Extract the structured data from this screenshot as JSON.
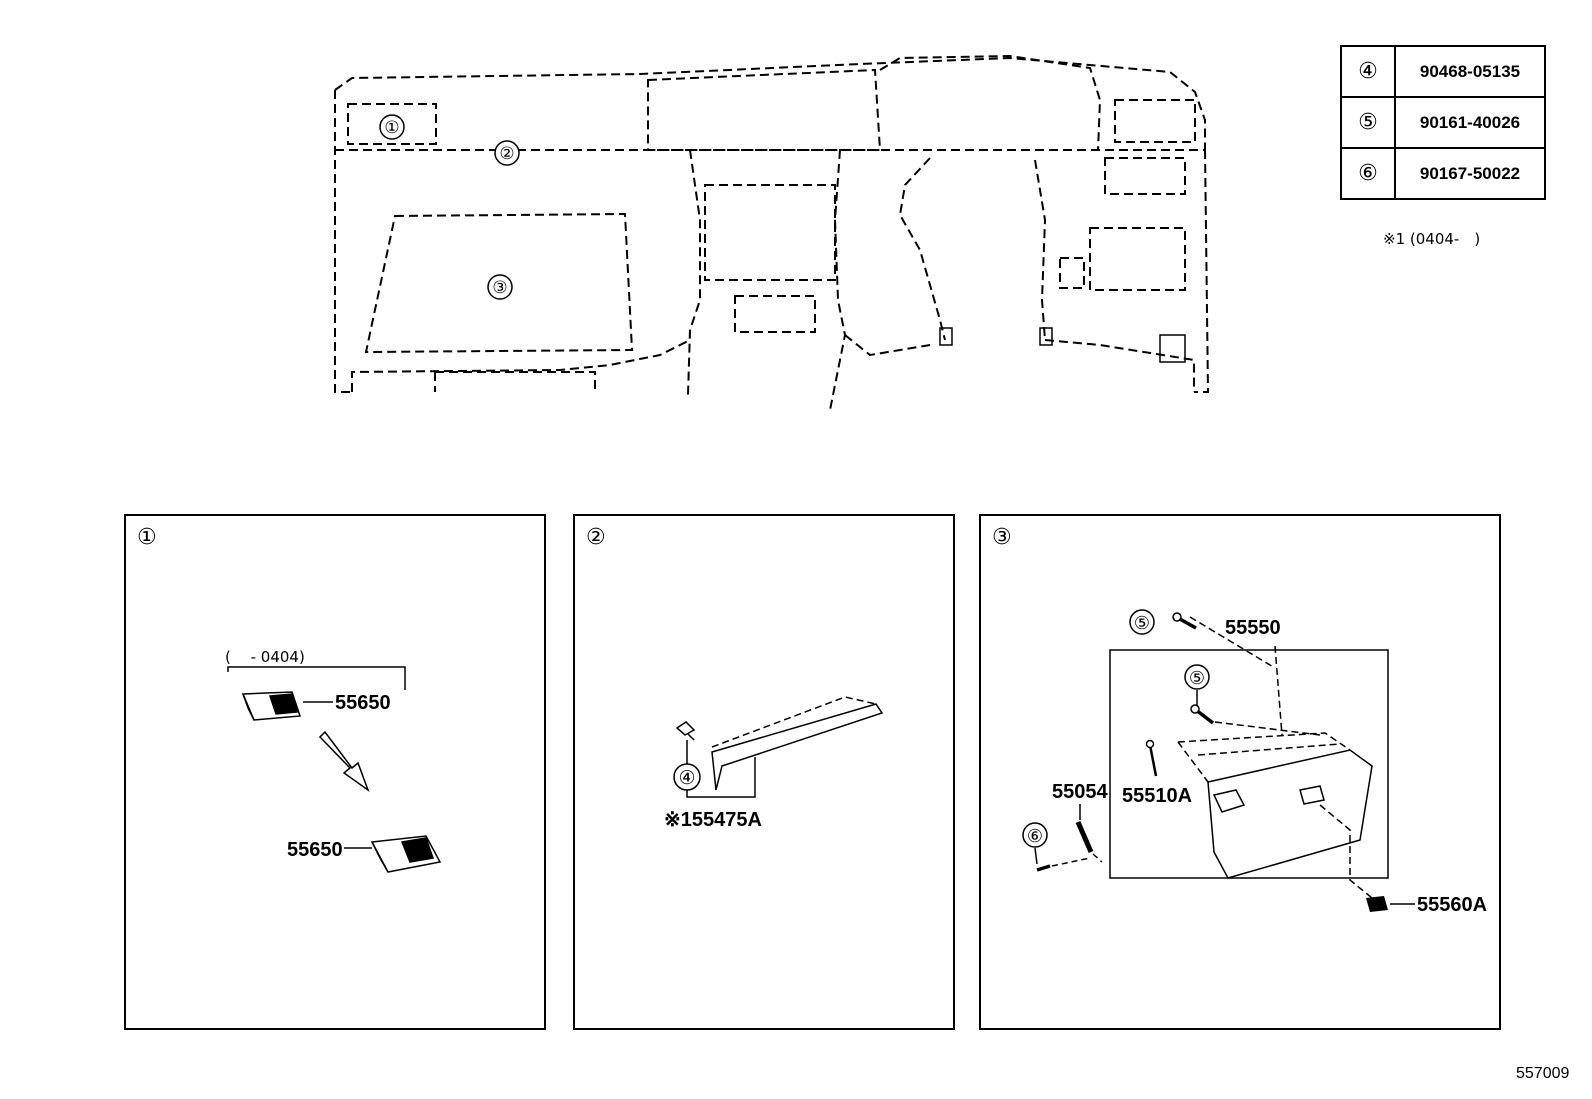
{
  "legend": [
    {
      "mark": "④",
      "part": "90468-05135"
    },
    {
      "mark": "⑤",
      "part": "90161-40026"
    },
    {
      "mark": "⑥",
      "part": "90167-50022"
    }
  ],
  "note": "※1 (0404-　)",
  "figure_id": "557009",
  "overview_callouts": [
    "①",
    "②",
    "③"
  ],
  "panel1": {
    "tag": "①",
    "range": "(　 - 0404)",
    "part_a": "55650",
    "part_b": "55650"
  },
  "panel2": {
    "tag": "②",
    "fastener": "④",
    "part": "※155475A"
  },
  "panel3": {
    "tag": "③",
    "screw_a": "⑤",
    "screw_b": "⑤",
    "bolt": "⑥",
    "part_box": "55550",
    "part_hinge": "55510A",
    "part_latch": "55054",
    "part_bumper": "55560A"
  }
}
